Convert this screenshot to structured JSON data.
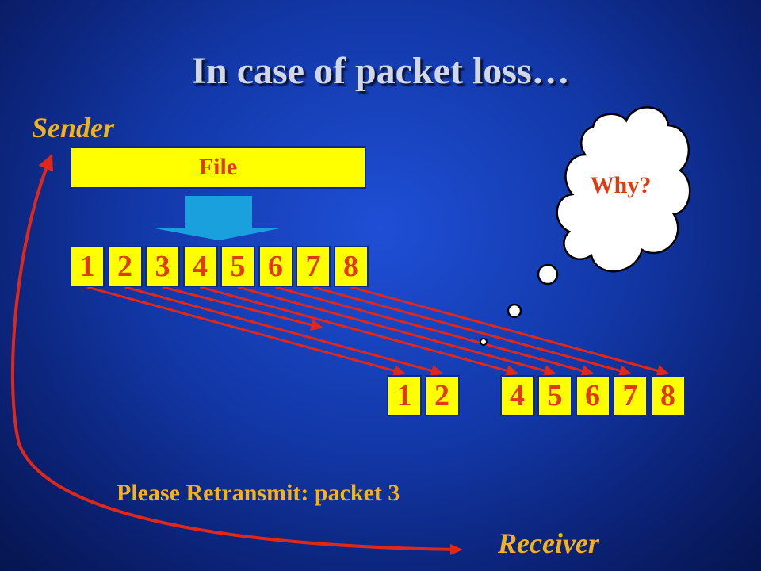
{
  "slide": {
    "title": "In case of packet loss…",
    "sender_label": "Sender",
    "receiver_label": "Receiver",
    "file_label": "File",
    "thought_text": "Why?",
    "retransmit_text": "Please Retransmit: packet 3"
  },
  "diagram": {
    "sent_packets": [
      "1",
      "2",
      "3",
      "4",
      "5",
      "6",
      "7",
      "8"
    ],
    "received_packets": [
      "1",
      "2",
      "",
      "4",
      "5",
      "6",
      "7",
      "8"
    ],
    "lost_packet": "3",
    "colors": {
      "packet_fill": "#ffff00",
      "packet_text": "#e23a10",
      "arrow": "#e0281a",
      "label_gold": "#f0b21e",
      "split_arrow": "#1aa0dc"
    }
  }
}
